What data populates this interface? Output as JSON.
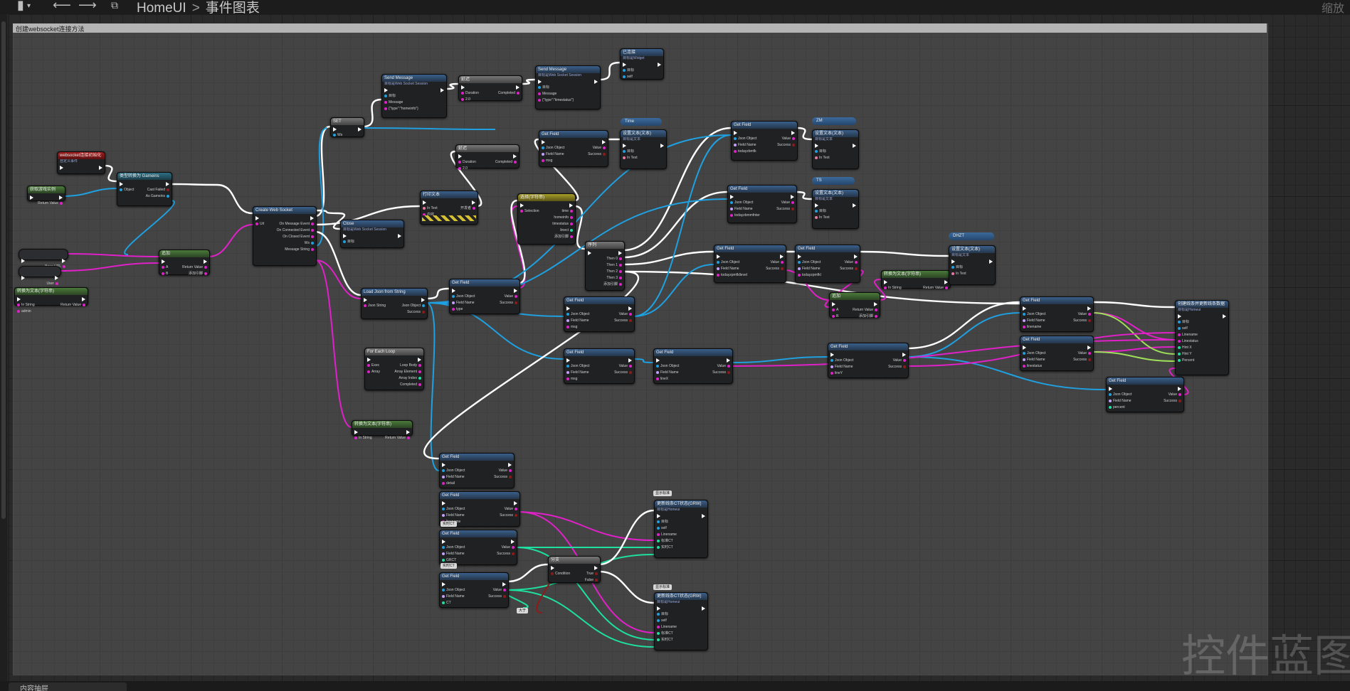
{
  "toolbar": {
    "breadcrumb_root": "HomeUI",
    "breadcrumb_sep": ">",
    "breadcrumb_leaf": "事件图表",
    "corner_label": "缩放",
    "back_glyph": "⟵",
    "forward_glyph": "⟶"
  },
  "comment": {
    "title": "创建websocket连接方法"
  },
  "watermark": "控件蓝图",
  "bottom_tab": "内容抽屉",
  "colors": {
    "exec": "#ffffff",
    "object": "#1fa0e0",
    "string": "#e020c8",
    "text": "#e87aa0",
    "name": "#c7a0ff",
    "bool": "#8f1a1a",
    "int": "#1ee0a0",
    "float": "#9fe05a",
    "wildcard": "#b0b0b0"
  },
  "nodes": [
    {
      "id": "event",
      "title": "websocket连接初始化",
      "subtitle": "自定义事件",
      "pins_in": [],
      "pins_out": []
    },
    {
      "id": "getGame",
      "title": "获取游戏实例",
      "pins_out": [
        "Return Value"
      ]
    },
    {
      "id": "castGame",
      "title": "类型转换为 Gameins",
      "pins_in": [
        "Object"
      ],
      "pins_out": [
        "Cast Failed",
        "As Gameins"
      ]
    },
    {
      "id": "baseURL",
      "title": "获取",
      "pins_out": [
        "Base URL"
      ]
    },
    {
      "id": "userVar",
      "title": "获取",
      "pins_out": [
        "User"
      ]
    },
    {
      "id": "append",
      "title": "追加",
      "pins_in": [
        "A",
        "B"
      ],
      "pins_out": [
        "Return Value",
        "添加引脚"
      ]
    },
    {
      "id": "toText1",
      "title": "转换为文本(字符串)",
      "pins_in": [
        "In String",
        "admin"
      ],
      "pins_out": [
        "Return Value"
      ]
    },
    {
      "id": "createWS",
      "title": "Create Web Socket",
      "pins_in": [
        "Url"
      ],
      "pins_out": [
        "On Message Event",
        "On Connected Event",
        "On Closed Event",
        "Ws",
        "Message String"
      ]
    },
    {
      "id": "setWs",
      "title": "SET",
      "pins_in": [
        "Ws"
      ]
    },
    {
      "id": "send1",
      "title": "Send Message",
      "subtitle": "目标是Web Socket Session",
      "pins_in": [
        "目标",
        "Message",
        "{\"type\":\"homeinfo\"}"
      ]
    },
    {
      "id": "delay1",
      "title": "延迟",
      "pins_in": [
        "Duration",
        "2.0"
      ],
      "pins_out": [
        "Completed"
      ]
    },
    {
      "id": "send2",
      "title": "Send Message",
      "subtitle": "目标是Web Socket Session",
      "pins_in": [
        "目标",
        "Message",
        "{\"type\":\"timestatus\"}"
      ]
    },
    {
      "id": "setVis",
      "title": "已连接",
      "subtitle": "目标是Widget",
      "pins_in": [
        "目标",
        "self"
      ]
    },
    {
      "id": "delay2",
      "title": "延迟",
      "pins_in": [
        "Duration",
        "2.0"
      ],
      "pins_out": [
        "Completed"
      ]
    },
    {
      "id": "printTxt",
      "title": "打印文本",
      "pins_in": [
        "In Text",
        "内容"
      ],
      "pins_out": [
        "开发者"
      ]
    },
    {
      "id": "close",
      "title": "Close",
      "subtitle": "目标是Web Socket Session",
      "pins_in": [
        "目标"
      ]
    },
    {
      "id": "loadJson",
      "title": "Load Json from String",
      "pins_in": [
        "Json String"
      ],
      "pins_out": [
        "Json Object",
        "Success"
      ]
    },
    {
      "id": "gf_type",
      "title": "Get Field",
      "pins_in": [
        "Json Object",
        "Field Name",
        "type"
      ],
      "pins_out": [
        "Value",
        "Success"
      ]
    },
    {
      "id": "select",
      "title": "选择(字符串)",
      "pins_in": [
        "Selection"
      ],
      "pins_out": [
        "time",
        "homeinfo",
        "timestatus",
        "linect",
        "添加引脚"
      ]
    },
    {
      "id": "sequence",
      "title": "序列",
      "pins_out": [
        "Then 0",
        "Then 1",
        "Then 2",
        "Then 3",
        "添加引脚"
      ]
    },
    {
      "id": "forEach",
      "title": "For Each Loop",
      "pins_in": [
        "Exec",
        "Array"
      ],
      "pins_out": [
        "Loop Body",
        "Array Element",
        "Array Index",
        "Completed"
      ]
    },
    {
      "id": "toText2",
      "title": "转换为文本(字符串)",
      "pins_in": [
        "In String"
      ],
      "pins_out": [
        "Return Value"
      ]
    },
    {
      "id": "gf_msg1",
      "title": "Get Field",
      "pins_in": [
        "Json Object",
        "Field Name",
        "msg"
      ],
      "pins_out": [
        "Value",
        "Success"
      ]
    },
    {
      "id": "setTime",
      "title": "设置文本(文本)",
      "subtitle": "目标是文本",
      "pins_in": [
        "目标",
        "In Text"
      ]
    },
    {
      "id": "gf_msg2",
      "title": "Get Field",
      "pins_in": [
        "Json Object",
        "Field Name",
        "msg"
      ],
      "pins_out": [
        "Value",
        "Success"
      ]
    },
    {
      "id": "gf_msg3",
      "title": "Get Field",
      "pins_in": [
        "Json Object",
        "Field Name",
        "msg"
      ],
      "pins_out": [
        "Value",
        "Success"
      ]
    },
    {
      "id": "gf_total",
      "title": "Get Field",
      "pins_in": [
        "Json Object",
        "Field Name",
        "todayzbmfk"
      ],
      "pins_out": [
        "Value",
        "Success"
      ]
    },
    {
      "id": "setZM",
      "title": "设置文本(文本)",
      "subtitle": "目标是文本",
      "pins_in": [
        "目标",
        "In Text"
      ]
    },
    {
      "id": "gf_total2",
      "title": "Get Field",
      "pins_in": [
        "Json Object",
        "Field Name",
        "todayzbmmfnter"
      ],
      "pins_out": [
        "Value",
        "Success"
      ]
    },
    {
      "id": "setTS",
      "title": "设置文本(文本)",
      "subtitle": "目标是文本",
      "pins_in": [
        "目标",
        "In Text"
      ]
    },
    {
      "id": "gf_level",
      "title": "Get Field",
      "pins_in": [
        "Json Object",
        "Field Name",
        "todayzpmfkllevel"
      ],
      "pins_out": [
        "Value",
        "Success"
      ]
    },
    {
      "id": "gf_level2",
      "title": "Get Field",
      "pins_in": [
        "Json Object",
        "Field Name",
        "todayzpmfkl"
      ],
      "pins_out": [
        "Value",
        "Success"
      ]
    },
    {
      "id": "concat",
      "title": "追加",
      "pins_in": [
        "A",
        "B"
      ],
      "pins_out": [
        "Return Value",
        "添加引脚"
      ]
    },
    {
      "id": "toText3",
      "title": "转换为文本(字符串)",
      "pins_in": [
        "In String"
      ],
      "pins_out": [
        "Return Value"
      ]
    },
    {
      "id": "setDHZT",
      "title": "设置文本(文本)",
      "subtitle": "目标是文本",
      "pins_in": [
        "目标",
        "In Text"
      ]
    },
    {
      "id": "gf_ln",
      "title": "Get Field",
      "pins_in": [
        "Json Object",
        "Field Name",
        "linename"
      ],
      "pins_out": [
        "Value",
        "Success"
      ]
    },
    {
      "id": "gf_ts",
      "title": "Get Field",
      "pins_in": [
        "Json Object",
        "Field Name",
        "linestatus"
      ],
      "pins_out": [
        "Value",
        "Success"
      ]
    },
    {
      "id": "gf_x",
      "title": "Get Field",
      "pins_in": [
        "Json Object",
        "Field Name",
        "lineX"
      ],
      "pins_out": [
        "Value",
        "Success"
      ]
    },
    {
      "id": "gf_y",
      "title": "Get Field",
      "pins_in": [
        "Json Object",
        "Field Name",
        "lineY"
      ],
      "pins_out": [
        "Value",
        "Success"
      ]
    },
    {
      "id": "gf_pct",
      "title": "Get Field",
      "pins_in": [
        "Json Object",
        "Field Name",
        "percent"
      ],
      "pins_out": [
        "Value",
        "Success"
      ]
    },
    {
      "id": "createLine",
      "title": "创建线条并更新线条数据",
      "subtitle": "目标是Homeui",
      "pins_in": [
        "目标",
        "self",
        "Linename",
        "Linestatus",
        "Hint X",
        "Hint Y",
        "Percent"
      ]
    },
    {
      "id": "gf_detail",
      "title": "Get Field",
      "pins_in": [
        "Json Object",
        "Field Name",
        "detail"
      ],
      "pins_out": [
        "Value",
        "Success"
      ]
    },
    {
      "id": "gf_lname",
      "title": "Get Field",
      "pins_in": [
        "Json Object",
        "Field Name",
        "linename"
      ],
      "pins_out": [
        "Value",
        "Success"
      ]
    },
    {
      "id": "gf_grct",
      "title": "Get Field",
      "pins_in": [
        "Json Object",
        "Field Name",
        "GRCT"
      ],
      "pins_out": [
        "Value",
        "Success"
      ]
    },
    {
      "id": "gf_ct",
      "title": "Get Field",
      "pins_in": [
        "Json Object",
        "Field Name",
        "CT"
      ],
      "pins_out": [
        "Value",
        "Success"
      ]
    },
    {
      "id": "branch",
      "title": "分支",
      "pins_in": [
        "Condition"
      ],
      "pins_out": [
        "True",
        "False"
      ]
    },
    {
      "id": "updA",
      "title": "更新线条CT状态(GRW)",
      "subtitle": "目标是Homeui",
      "pins_in": [
        "目标",
        "self",
        "Linename",
        "标准CT",
        "实时CT"
      ]
    },
    {
      "id": "updB",
      "title": "更新线条CT状态(GRW)",
      "subtitle": "目标是Homeui",
      "pins_in": [
        "目标",
        "self",
        "Linename",
        "标准CT",
        "实时CT"
      ]
    }
  ],
  "variables": [
    {
      "id": "v_time",
      "label": "Time"
    },
    {
      "id": "v_zm",
      "label": "ZM"
    },
    {
      "id": "v_ts",
      "label": "TS"
    },
    {
      "id": "v_dhzt",
      "label": "DHZT"
    }
  ],
  "labels": {
    "l1": "显示标准",
    "l2": "显示标准",
    "r1": "实时CT",
    "r2": "实时CT",
    "m1": "大于"
  }
}
